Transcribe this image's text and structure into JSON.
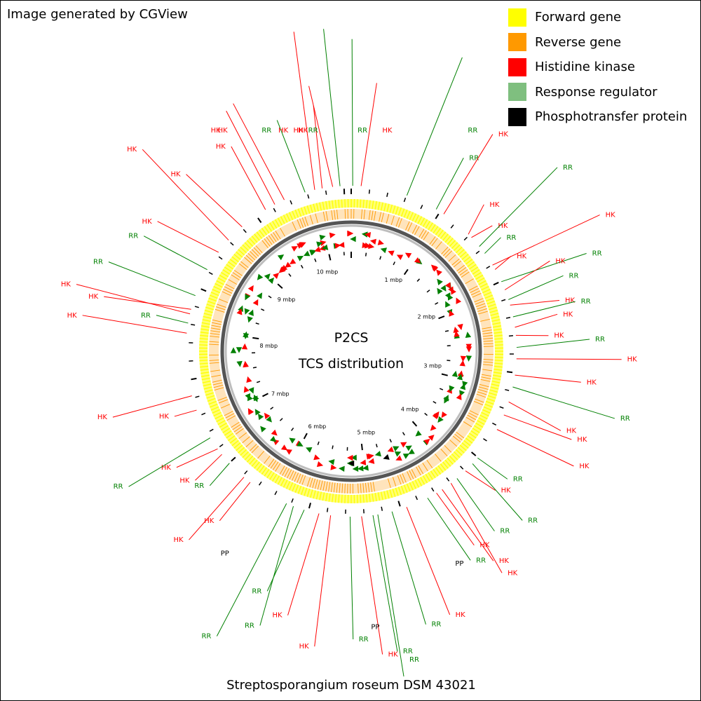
{
  "header": {
    "credit": "Image generated by CGView"
  },
  "legend": [
    {
      "label": "Forward gene",
      "color": "#ffff00",
      "icon": "yellow-square"
    },
    {
      "label": "Reverse gene",
      "color": "#ff9900",
      "icon": "orange-square"
    },
    {
      "label": "Histidine kinase",
      "color": "#ff0000",
      "icon": "red-square"
    },
    {
      "label": "Response regulator",
      "color": "#7fbf7f",
      "icon": "green-square"
    },
    {
      "label": "Phosphotransfer protein",
      "color": "#000000",
      "icon": "black-square"
    }
  ],
  "center": {
    "line1": "P2CS",
    "line2": "TCS distribution"
  },
  "footer": {
    "genome": "Streptosporangium roseum DSM 43021"
  },
  "scale": {
    "unit": "mbp",
    "genome_length_mbp": 10.37,
    "major_ticks": [
      "1 mbp",
      "2 mbp",
      "3 mbp",
      "4 mbp",
      "5 mbp",
      "6 mbp",
      "7 mbp",
      "8 mbp",
      "9 mbp",
      "10 mbp"
    ]
  },
  "colors": {
    "forward": "#ffff00",
    "reverse": "#ff9900",
    "hk": "#ff0000",
    "rr": "#008000",
    "pp": "#000000",
    "backbone": "#808080"
  },
  "feature_labels": {
    "hk": "HK",
    "rr": "RR",
    "pp": "PP"
  }
}
